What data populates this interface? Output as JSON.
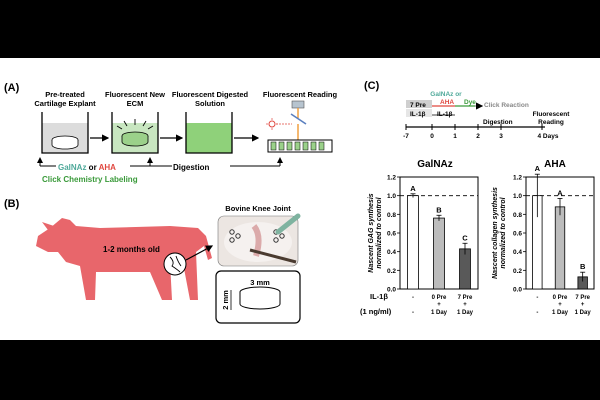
{
  "panel_a": {
    "label": "(A)",
    "steps": [
      {
        "line1": "Pre-treated",
        "line2": "Cartilage Explant"
      },
      {
        "line1": "Fluorescent New",
        "line2": "ECM"
      },
      {
        "line1": "Fluorescent Digested",
        "line2": "Solution"
      },
      {
        "line1": "Fluorescent Reading",
        "line2": ""
      }
    ],
    "galnaz": "GalNAz",
    "or": " or ",
    "aha": "AHA",
    "digestion": "Digestion",
    "click_label": "Click Chemistry Labeling"
  },
  "panel_b": {
    "label": "(B)",
    "age": "1-2 months old",
    "joint": "Bovine Knee Joint",
    "dim_width": "3 mm",
    "dim_height": "2 mm"
  },
  "panel_c": {
    "label": "(C)",
    "timeline": {
      "galnaz_or": "GalNAz or",
      "aha": "AHA",
      "dye": "Dye",
      "click": "Click Reaction",
      "pre": "7 Pre",
      "il_pre": "IL-1β",
      "il": "IL-1β",
      "digestion": "Digestion",
      "reading1": "Fluorescent",
      "reading2": "Reading",
      "ticks": [
        "-7",
        "0",
        "1",
        "2",
        "3",
        "4 Days"
      ]
    },
    "il_label": "IL-1β",
    "dose_label": "(1 ng/ml)",
    "row_dash": [
      "-",
      "-"
    ],
    "row_0pre": [
      "0 Pre",
      "+",
      "1 Day"
    ],
    "row_7pre": [
      "7 Pre",
      "+",
      "1 Day"
    ],
    "colors": {
      "control": "#ffffff",
      "zero_pre": "#bcbcbc",
      "seven_pre": "#595959",
      "galnaz": "#4fa99a",
      "aha": "#e0473f",
      "dye": "#3a9a3a",
      "cow": "#e8666b"
    }
  },
  "chart_data": [
    {
      "type": "bar",
      "title": "GalNAz",
      "ylabel": "Nascent GAG synthesis normalized to control",
      "ylim": [
        0,
        1.2
      ],
      "yticks": [
        "0.0",
        "0.2",
        "0.4",
        "0.6",
        "0.8",
        "1.0",
        "1.2"
      ],
      "reference_line": 1.0,
      "values": [
        1.0,
        0.76,
        0.43
      ],
      "errors": [
        0.02,
        0.03,
        0.06
      ],
      "letters": [
        "A",
        "B",
        "C"
      ]
    },
    {
      "type": "bar",
      "title": "AHA",
      "ylabel": "Nascent collagen synthesis normalized to control",
      "ylim": [
        0,
        1.2
      ],
      "yticks": [
        "0.0",
        "0.2",
        "0.4",
        "0.6",
        "0.8",
        "1.0",
        "1.2"
      ],
      "reference_line": 1.0,
      "values": [
        1.0,
        0.88,
        0.13
      ],
      "errors": [
        0.23,
        0.09,
        0.05
      ],
      "letters": [
        "A",
        "A",
        "B"
      ]
    }
  ]
}
